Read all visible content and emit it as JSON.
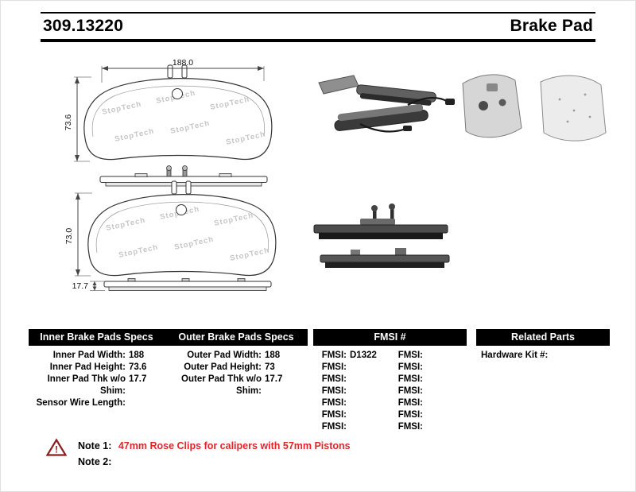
{
  "header": {
    "part_number": "309.13220",
    "title": "Brake Pad"
  },
  "figures": {
    "watermark": "StopTech",
    "dims": {
      "width_top": "188.0",
      "height_top": "73.6",
      "height_bottom": "73.0",
      "thickness": "17.7"
    }
  },
  "table": {
    "inner": {
      "header": "Inner Brake Pads Specs",
      "rows": [
        {
          "label": "Inner Pad Width:",
          "value": "188"
        },
        {
          "label": "Inner Pad Height:",
          "value": "73.6"
        },
        {
          "label": "Inner Pad Thk w/o Shim:",
          "value": "17.7"
        },
        {
          "label": "Sensor Wire Length:",
          "value": ""
        }
      ]
    },
    "outer": {
      "header": "Outer Brake Pads Specs",
      "rows": [
        {
          "label": "Outer Pad Width:",
          "value": "188"
        },
        {
          "label": "Outer Pad Height:",
          "value": "73"
        },
        {
          "label": "Outer Pad Thk w/o Shim:",
          "value": "17.7"
        }
      ]
    },
    "fmsi": {
      "header": "FMSI #",
      "col1": [
        {
          "label": "FMSI:",
          "value": "D1322"
        },
        {
          "label": "FMSI:",
          "value": ""
        },
        {
          "label": "FMSI:",
          "value": ""
        },
        {
          "label": "FMSI:",
          "value": ""
        },
        {
          "label": "FMSI:",
          "value": ""
        },
        {
          "label": "FMSI:",
          "value": ""
        },
        {
          "label": "FMSI:",
          "value": ""
        }
      ],
      "col2": [
        {
          "label": "FMSI:",
          "value": ""
        },
        {
          "label": "FMSI:",
          "value": ""
        },
        {
          "label": "FMSI:",
          "value": ""
        },
        {
          "label": "FMSI:",
          "value": ""
        },
        {
          "label": "FMSI:",
          "value": ""
        },
        {
          "label": "FMSI:",
          "value": ""
        },
        {
          "label": "FMSI:",
          "value": ""
        }
      ]
    },
    "related": {
      "header": "Related Parts",
      "rows": [
        {
          "label": "Hardware Kit #:",
          "value": ""
        }
      ]
    }
  },
  "notes": {
    "note1_label": "Note 1:",
    "note1_text": "47mm Rose Clips for calipers with 57mm Pistons",
    "note2_label": "Note 2:",
    "note2_text": "",
    "note_text_color": "#e42525",
    "warning_color": "#8a1f1f"
  }
}
